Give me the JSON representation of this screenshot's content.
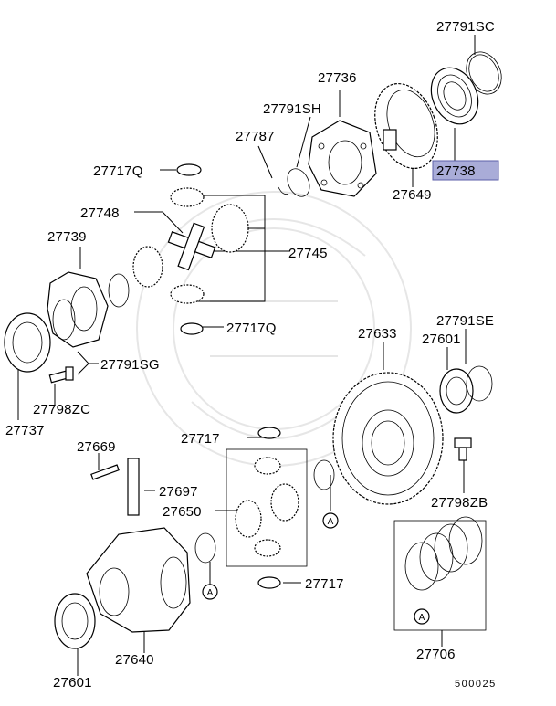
{
  "diagram_code": "500025",
  "highlight_color": "#a9acd8",
  "labels": {
    "l_27791SC": "27791SC",
    "l_27736": "27736",
    "l_27791SH": "27791SH",
    "l_27787": "27787",
    "l_27738": "27738",
    "l_27717Q_top": "27717Q",
    "l_27649": "27649",
    "l_27748": "27748",
    "l_27739": "27739",
    "l_27745": "27745",
    "l_27717Q_mid": "27717Q",
    "l_27791SG": "27791SG",
    "l_27798ZC": "27798ZC",
    "l_27737": "27737",
    "l_27633": "27633",
    "l_27791SE": "27791SE",
    "l_27601_right": "27601",
    "l_27717_mid": "27717",
    "l_27669": "27669",
    "l_27697": "27697",
    "l_27650": "27650",
    "l_27798ZB": "27798ZB",
    "l_27717_low": "27717",
    "l_27640": "27640",
    "l_27601_left": "27601",
    "l_27706": "27706"
  },
  "callouts": {
    "a1": "A",
    "a2": "A",
    "a3": "A",
    "a4": "A"
  }
}
